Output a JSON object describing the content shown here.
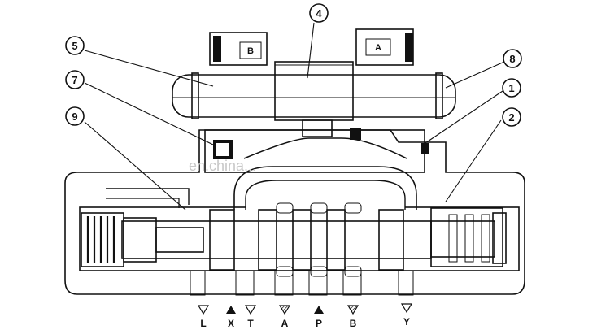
{
  "callouts": [
    {
      "id": "1",
      "label": "1"
    },
    {
      "id": "2",
      "label": "2"
    },
    {
      "id": "4",
      "label": "4"
    },
    {
      "id": "5",
      "label": "5"
    },
    {
      "id": "7",
      "label": "7"
    },
    {
      "id": "8",
      "label": "8"
    },
    {
      "id": "9",
      "label": "9"
    }
  ],
  "coils": {
    "left": "B",
    "right": "A"
  },
  "ports": [
    {
      "label": "L",
      "symbol": "open"
    },
    {
      "label": "X",
      "symbol": "filled"
    },
    {
      "label": "T",
      "symbol": "open"
    },
    {
      "label": "A",
      "symbol": "hatched"
    },
    {
      "label": "P",
      "symbol": "filled"
    },
    {
      "label": "B",
      "symbol": "hatched"
    },
    {
      "label": "Y",
      "symbol": "open"
    }
  ],
  "watermark": "en.china..."
}
